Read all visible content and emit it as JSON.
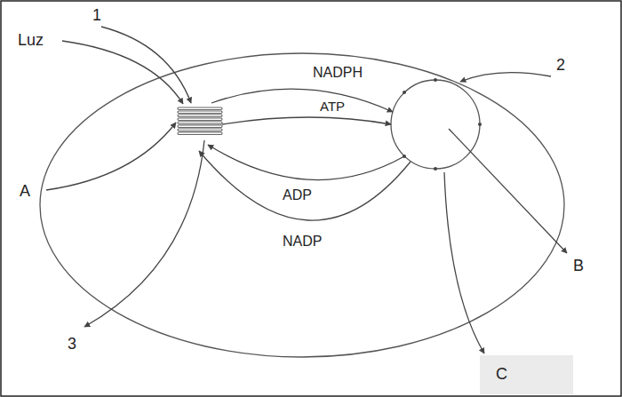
{
  "diagram": {
    "nodes": [
      {
        "text": [
          "C"
        ]
      }
    ],
    "labels": [
      "1",
      "Luz",
      "NADPH",
      "ATP",
      "2",
      "A",
      "ADP",
      "B",
      "NADP",
      "3"
    ]
  }
}
